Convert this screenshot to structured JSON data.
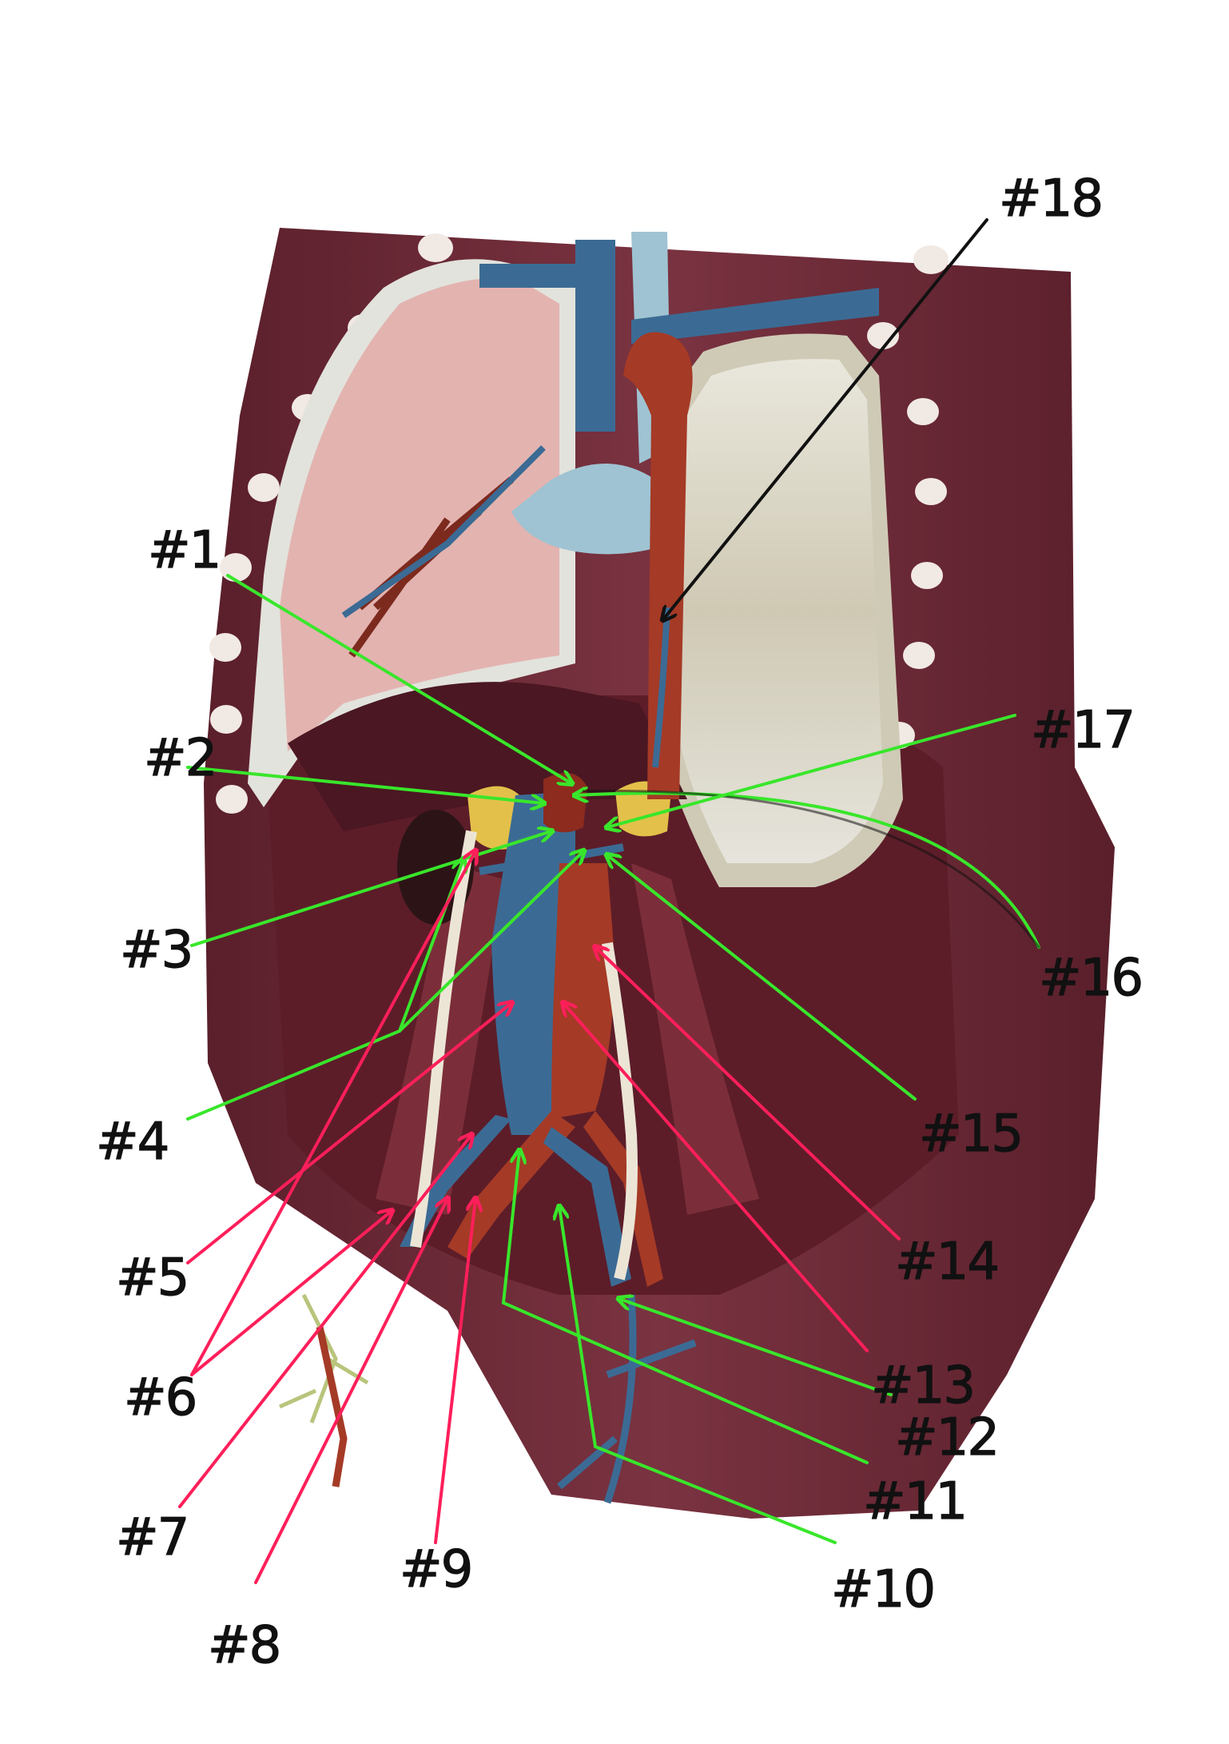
{
  "colors": {
    "background": "#ffffff",
    "muscle": "#6e2a36",
    "muscle_dark": "#4a1722",
    "lung": "#e3b3b0",
    "pleura": "#d9dcd5",
    "vein_blue": "#3b6b94",
    "artery_red": "#a53a26",
    "nerve_white": "#ece5d6",
    "bronchi_blue": "#9fc3d2",
    "adrenal_yellow": "#e3c04a",
    "rib_bone": "#f1e9e3",
    "arrow_green": "#39e62b",
    "arrow_pink": "#ff1f5a",
    "arrow_black": "#111111",
    "label_ink": "#111111"
  },
  "labels": [
    {
      "id": "1",
      "text": "#1",
      "arrow_color": "green"
    },
    {
      "id": "2",
      "text": "#2",
      "arrow_color": "green"
    },
    {
      "id": "3",
      "text": "#3",
      "arrow_color": "green"
    },
    {
      "id": "4",
      "text": "#4",
      "arrow_color": "green"
    },
    {
      "id": "5",
      "text": "#5",
      "arrow_color": "pink"
    },
    {
      "id": "6",
      "text": "#6",
      "arrow_color": "pink"
    },
    {
      "id": "7",
      "text": "#7",
      "arrow_color": "pink"
    },
    {
      "id": "8",
      "text": "#8",
      "arrow_color": "pink"
    },
    {
      "id": "9",
      "text": "#9",
      "arrow_color": "green"
    },
    {
      "id": "10",
      "text": "#10",
      "arrow_color": "green"
    },
    {
      "id": "11",
      "text": "#11",
      "arrow_color": "green"
    },
    {
      "id": "12",
      "text": "#12",
      "arrow_color": "green"
    },
    {
      "id": "13",
      "text": "#13",
      "arrow_color": "pink"
    },
    {
      "id": "14",
      "text": "#14",
      "arrow_color": "pink"
    },
    {
      "id": "15",
      "text": "#15",
      "arrow_color": "green"
    },
    {
      "id": "16",
      "text": "#16",
      "arrow_color": "black"
    },
    {
      "id": "17",
      "text": "#17",
      "arrow_color": "green"
    },
    {
      "id": "18",
      "text": "#18",
      "arrow_color": "black"
    }
  ]
}
